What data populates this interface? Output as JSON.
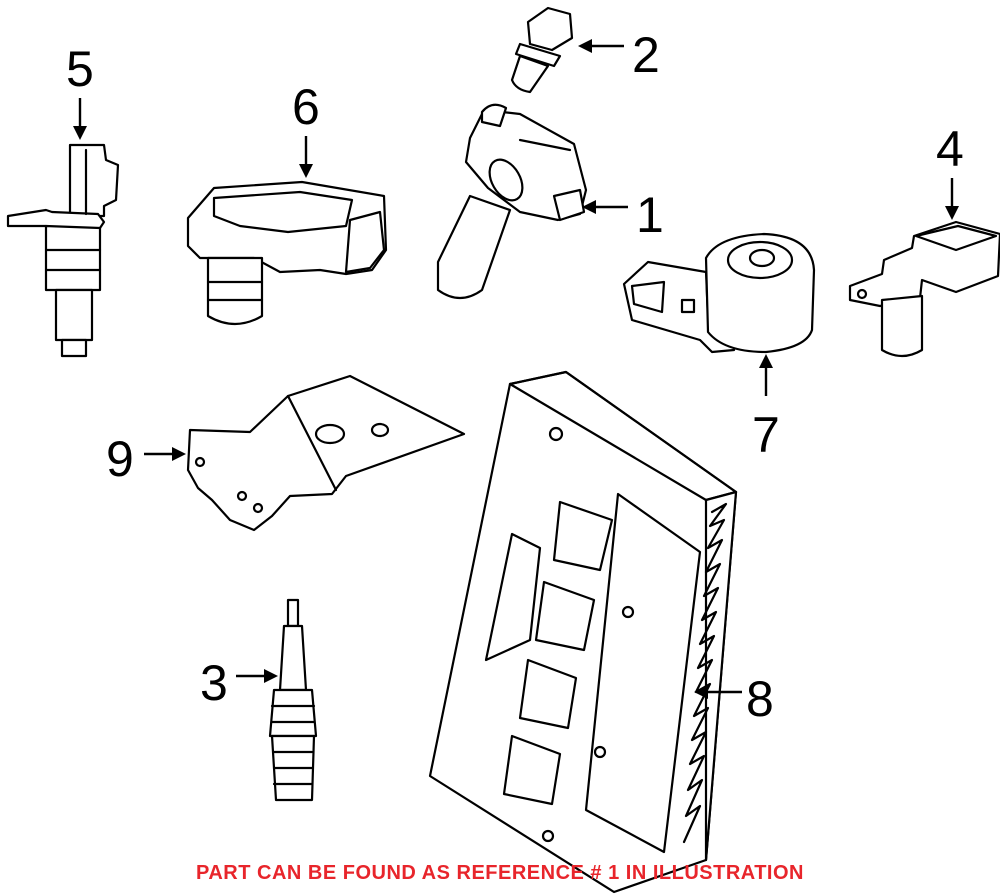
{
  "callouts": {
    "c1": "1",
    "c2": "2",
    "c3": "3",
    "c4": "4",
    "c5": "5",
    "c6": "6",
    "c7": "7",
    "c8": "8",
    "c9": "9"
  },
  "footer": {
    "note": "PART CAN BE FOUND AS REFERENCE # 1 IN ILLUSTRATION",
    "color": "#e8252b"
  }
}
